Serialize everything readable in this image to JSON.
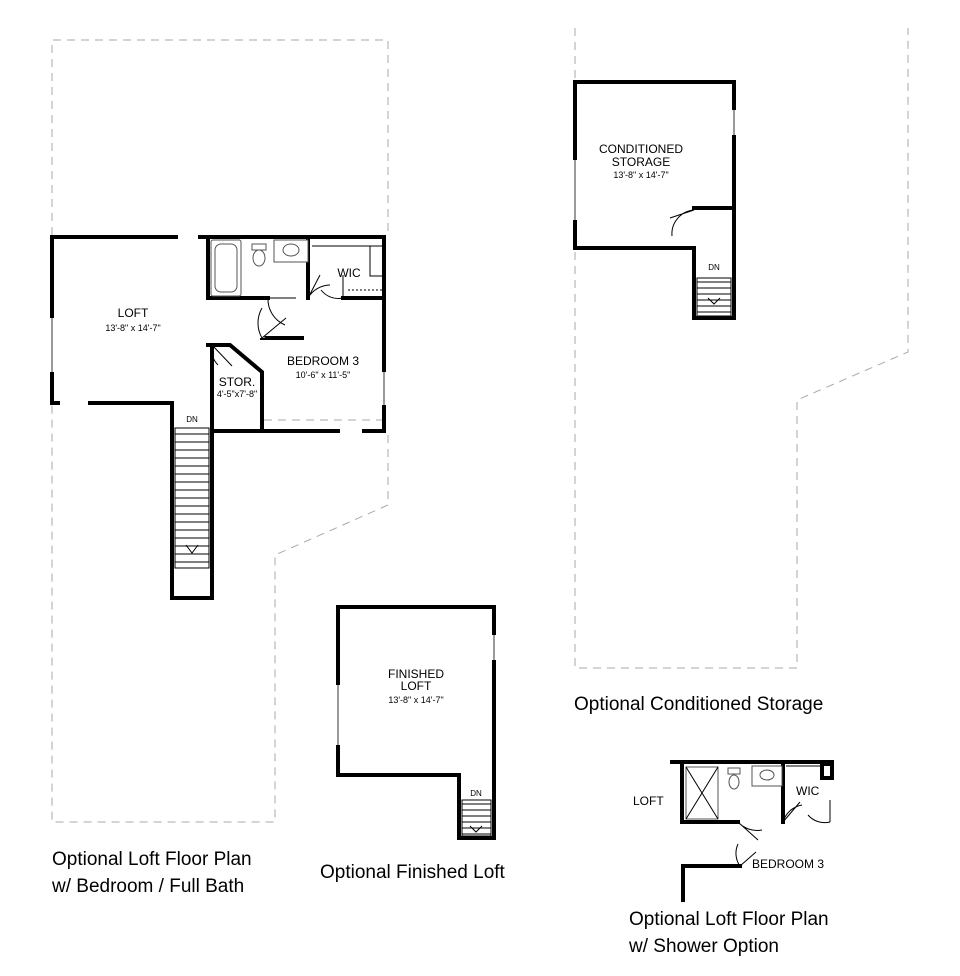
{
  "plan_a": {
    "loft_name": "LOFT",
    "loft_dims": "13'-8\" x 14'-7\"",
    "bedroom_name": "BEDROOM 3",
    "bedroom_dims": "10'-6\" x 11'-5\"",
    "stor_name": "STOR.",
    "stor_dims": "4'-5\"x7'-8\"",
    "wic": "WIC",
    "dn": "DN",
    "caption_line1": "Optional Loft Floor Plan",
    "caption_line2": "w/ Bedroom / Full Bath"
  },
  "plan_b": {
    "name_line1": "FINISHED",
    "name_line2": "LOFT",
    "dims": "13'-8\" x 14'-7\"",
    "dn": "DN",
    "caption": "Optional Finished Loft"
  },
  "plan_c": {
    "name_line1": "CONDITIONED",
    "name_line2": "STORAGE",
    "dims": "13'-8\" x 14'-7\"",
    "dn": "DN",
    "caption": "Optional Conditioned Storage"
  },
  "plan_d": {
    "loft": "LOFT",
    "wic": "WIC",
    "bedroom": "BEDROOM 3",
    "caption_line1": "Optional Loft Floor Plan",
    "caption_line2": "w/ Shower Option"
  }
}
